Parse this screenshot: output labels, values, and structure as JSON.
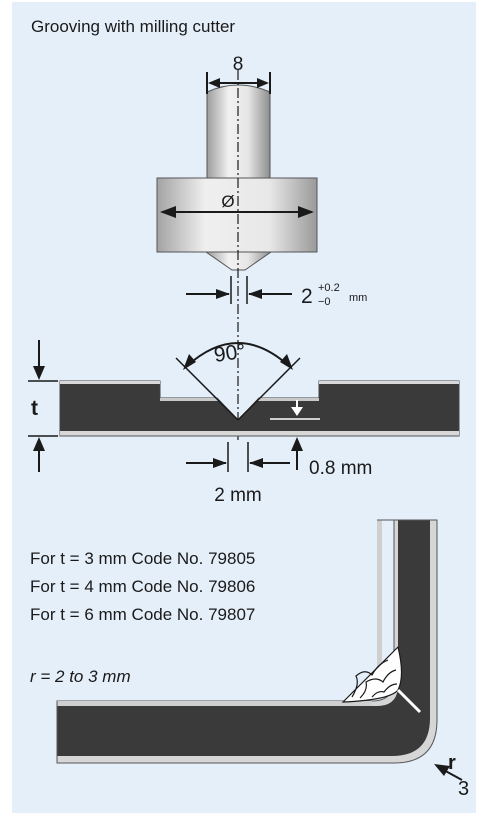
{
  "title": "Grooving with milling cutter",
  "cutter": {
    "shank_width": "8",
    "diameter_symbol": "Ø",
    "tip_width_value": "2",
    "tip_tol_plus": "+0.2",
    "tip_tol_minus": "−0",
    "tip_unit": "mm"
  },
  "groove": {
    "angle": "90°",
    "thickness_label": "t",
    "residual_thickness": "0.8 mm",
    "bottom_width": "2 mm"
  },
  "codes": [
    "For t = 3 mm Code No. 79805",
    "For t = 4 mm Code No. 79806",
    "For t = 6 mm Code No. 79807"
  ],
  "bend": {
    "radius_range": "r = 2 to 3 mm",
    "radius_label": "r"
  },
  "figure_number": "3",
  "colors": {
    "panel_bg": "#e5effa",
    "sheet_dark": "#3a3a3a",
    "sheet_edge": "#d8d8d8",
    "cutter_light": "#e8e8e8",
    "cutter_shade": "#9a9a9a"
  }
}
